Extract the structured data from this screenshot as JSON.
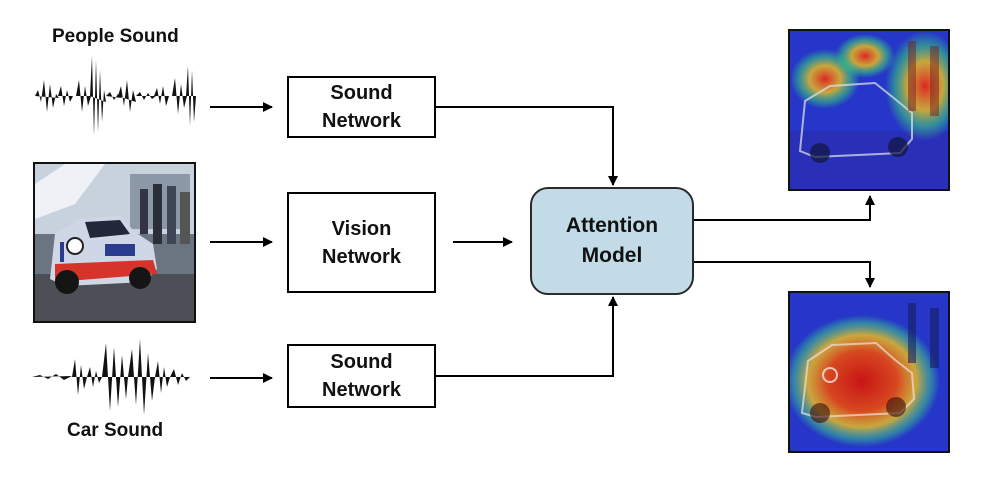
{
  "inputs": {
    "people_sound_label": "People Sound",
    "car_sound_label": "Car Sound"
  },
  "boxes": {
    "sound_network_top": [
      "Sound",
      "Network"
    ],
    "vision_network": [
      "Vision",
      "Network"
    ],
    "sound_network_bottom": [
      "Sound",
      "Network"
    ],
    "attention_model": [
      "Attention",
      "Model"
    ]
  },
  "colors": {
    "attention_fill": "#c2dbe6",
    "box_border": "#000000",
    "heatmap_hot": "#d62a1a",
    "heatmap_cold": "#1f3bd6"
  },
  "icons": {
    "people_waveform": "waveform-icon",
    "car_waveform": "waveform-icon",
    "input_image": "race-car-photo",
    "output_people": "people-attention-heatmap",
    "output_car": "car-attention-heatmap"
  }
}
